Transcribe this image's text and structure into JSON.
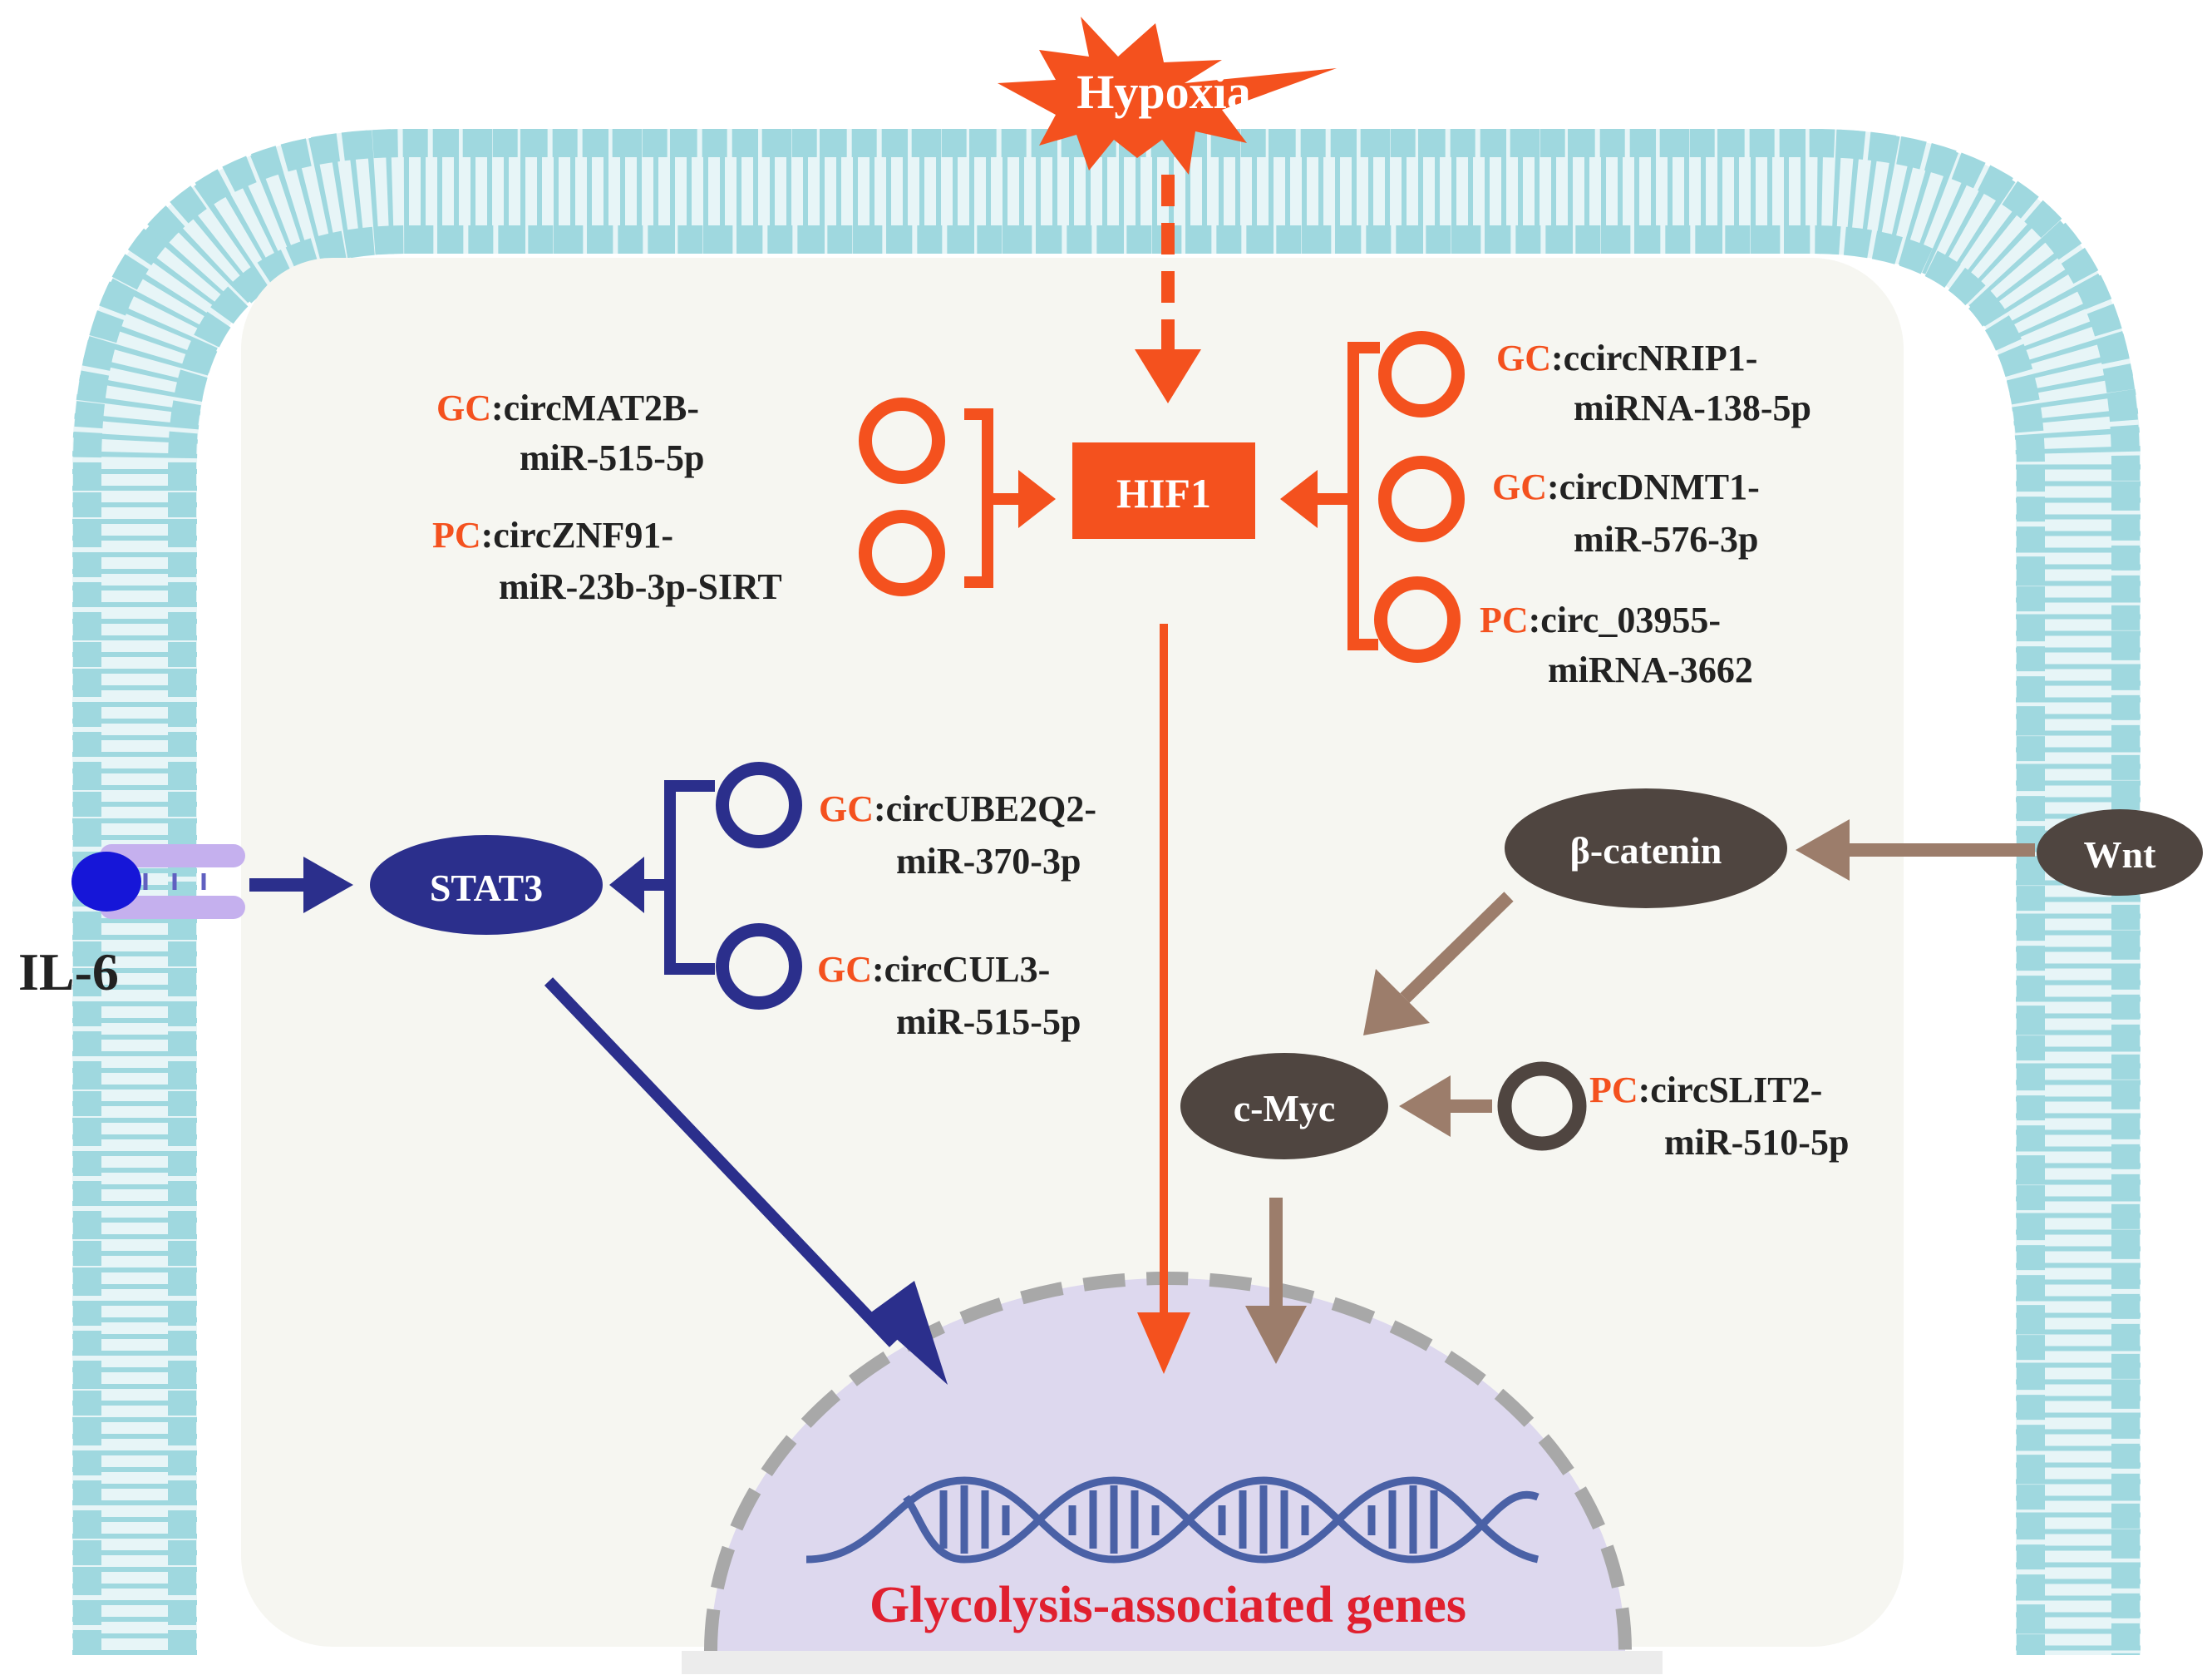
{
  "colors": {
    "membrane": "#9fd8df",
    "cytoplasm": "#f6f6f1",
    "orange": "#f4511e",
    "navy": "#2b2f8c",
    "brown": "#4f4540",
    "brown_arrow": "#9c7d6b",
    "nucleus": "#ddd8ee",
    "nucleus_dash": "#a8a8a8",
    "receptor": "#c5b0ee",
    "il6_ball": "#1616d8",
    "gene_text": "#e0202f",
    "dna": "#4a61a6",
    "label": "#222222"
  },
  "stimulus": {
    "hypoxia": "Hypoxia"
  },
  "nodes": {
    "hif1": "HIF1",
    "stat3": "STAT3",
    "beta_catenin": "β-catenin",
    "wnt": "Wnt",
    "c_myc": "c-Myc",
    "il6": "IL-6"
  },
  "hif_left_regulators": [
    {
      "type": "GC",
      "line1": ":circMAT2B-",
      "line2": "miR-515-5p"
    },
    {
      "type": "PC",
      "line1": ":circZNF91-",
      "line2": "miR-23b-3p-SIRT"
    }
  ],
  "hif_right_regulators": [
    {
      "type": "GC",
      "line1": ":ccircNRIP1-",
      "line2": "miRNA-138-5p"
    },
    {
      "type": "GC",
      "line1": ":circDNMT1-",
      "line2": "miR-576-3p"
    },
    {
      "type": "PC",
      "line1": ":circ_03955-",
      "line2": "miRNA-3662"
    }
  ],
  "stat3_regulators": [
    {
      "type": "GC",
      "line1": ":circUBE2Q2-",
      "line2": "miR-370-3p"
    },
    {
      "type": "GC",
      "line1": ":circCUL3-",
      "line2": "miR-515-5p"
    }
  ],
  "myc_regulator": {
    "type": "PC",
    "line1": ":circSLIT2-",
    "line2": "miR-510-5p"
  },
  "nucleus_label": "Glycolysis-associated genes"
}
